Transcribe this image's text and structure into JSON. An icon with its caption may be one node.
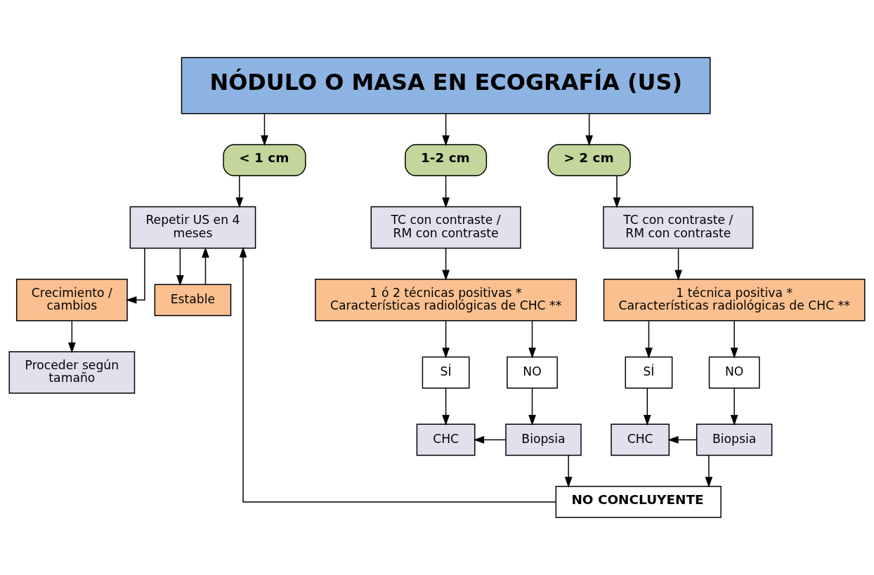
{
  "diagram": {
    "nodes": [
      {
        "text": [
          "NÓDULO O MASA EN ECOGRAFÍA (US)"
        ]
      },
      {
        "text": [
          "< 1 cm"
        ]
      },
      {
        "text": [
          "1-2 cm"
        ]
      },
      {
        "text": [
          "> 2 cm"
        ]
      },
      {
        "text": [
          "Repetir US en 4 meses"
        ]
      },
      {
        "text": [
          "TC con contraste / RM con contraste"
        ]
      },
      {
        "text": [
          "TC con contraste / RM con contraste"
        ]
      },
      {
        "text": [
          "Crecimiento / cambios"
        ]
      },
      {
        "text": [
          "Estable"
        ]
      },
      {
        "text": [
          "1 ó 2 técnicas positivas *",
          "Características radiológicas de CHC **"
        ]
      },
      {
        "text": [
          "1 técnica positiva *",
          "Características radiológicas de CHC **"
        ]
      },
      {
        "text": [
          "Proceder según tamaño"
        ]
      },
      {
        "text": [
          "SÍ"
        ]
      },
      {
        "text": [
          "NO"
        ]
      },
      {
        "text": [
          "SÍ"
        ]
      },
      {
        "text": [
          "NO"
        ]
      },
      {
        "text": [
          "CHC"
        ]
      },
      {
        "text": [
          "Biopsia"
        ]
      },
      {
        "text": [
          "CHC"
        ]
      },
      {
        "text": [
          "Biopsia"
        ]
      },
      {
        "text": [
          "NO CONCLUYENTE"
        ]
      }
    ],
    "edges": [
      {
        "from": 0,
        "to": 1,
        "arrow": "to"
      },
      {
        "from": 0,
        "to": 2,
        "arrow": "to"
      },
      {
        "from": 0,
        "to": 3,
        "arrow": "to"
      },
      {
        "from": 1,
        "to": 4,
        "arrow": "to"
      },
      {
        "from": 2,
        "to": 5,
        "arrow": "to"
      },
      {
        "from": 3,
        "to": 6,
        "arrow": "to"
      },
      {
        "from": 4,
        "to": 7,
        "arrow": "to"
      },
      {
        "from": 4,
        "to": 8,
        "arrow": "to"
      },
      {
        "from": 8,
        "to": 4,
        "arrow": "to"
      },
      {
        "from": 7,
        "to": 11,
        "arrow": "to"
      },
      {
        "from": 5,
        "to": 9,
        "arrow": "to"
      },
      {
        "from": 6,
        "to": 10,
        "arrow": "to"
      },
      {
        "from": 9,
        "to": 12,
        "arrow": "to"
      },
      {
        "from": 9,
        "to": 13,
        "arrow": "to"
      },
      {
        "from": 10,
        "to": 14,
        "arrow": "to"
      },
      {
        "from": 10,
        "to": 15,
        "arrow": "to"
      },
      {
        "from": 12,
        "to": 16,
        "arrow": "to"
      },
      {
        "from": 13,
        "to": 17,
        "arrow": "to"
      },
      {
        "from": 17,
        "to": 16,
        "arrow": "to"
      },
      {
        "from": 14,
        "to": 18,
        "arrow": "to"
      },
      {
        "from": 15,
        "to": 19,
        "arrow": "to"
      },
      {
        "from": 19,
        "to": 18,
        "arrow": "to"
      },
      {
        "from": 17,
        "to": 20,
        "arrow": "to"
      },
      {
        "from": 19,
        "to": 20,
        "arrow": "to"
      },
      {
        "from": 20,
        "to": 4,
        "arrow": "to"
      }
    ]
  }
}
